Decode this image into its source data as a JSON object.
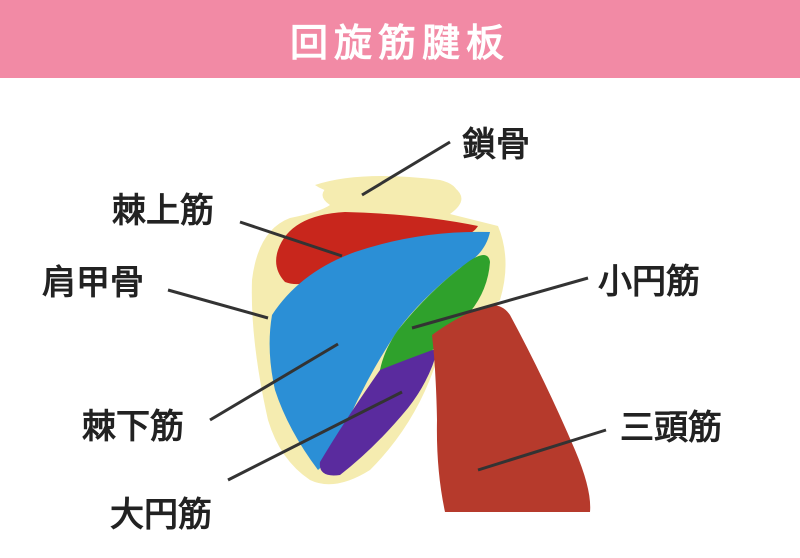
{
  "header": {
    "title": "回旋筋腱板"
  },
  "colors": {
    "header_bg": "#f28aa5",
    "bone": "#f5ecb0",
    "supraspinatus": "#c8261c",
    "infraspinatus": "#2b8fd6",
    "teres_minor": "#2fa12c",
    "teres_major": "#5a2b9e",
    "triceps": "#b63a2c",
    "leader": "#333333"
  },
  "labels": {
    "clavicle": "鎖骨",
    "supraspinatus": "棘上筋",
    "scapula": "肩甲骨",
    "teres_minor": "小円筋",
    "infraspinatus": "棘下筋",
    "triceps": "三頭筋",
    "teres_major": "大円筋"
  }
}
